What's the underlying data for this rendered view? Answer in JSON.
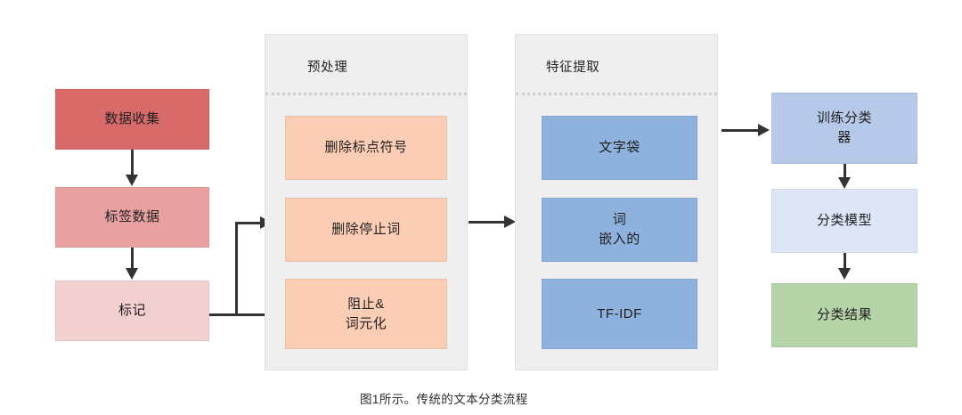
{
  "figure": {
    "caption": "图1所示。传统的文本分类流程",
    "background": "#ffffff"
  },
  "colors": {
    "data_collection": "#d96a6a",
    "labeled_data": "#e9a0a0",
    "tokenize": "#f2d0d0",
    "preprocess_step": "#fbcdb4",
    "feature_step": "#8fb1dd",
    "train_classifier": "#b6c9e8",
    "classification_model": "#dde6f6",
    "classification_result": "#b5d4a7",
    "group_panel": "#eeeeee",
    "arrow": "#333333",
    "separator": "#cfcfcf"
  },
  "pipeline": {
    "input_column": {
      "name": "input-stage",
      "steps": [
        {
          "label": "数据收集",
          "color_key": "data_collection"
        },
        {
          "label": "标签数据",
          "color_key": "labeled_data"
        },
        {
          "label": "标记",
          "color_key": "tokenize"
        }
      ]
    },
    "groups": [
      {
        "name": "preprocessing-group",
        "title": "预处理",
        "steps": [
          {
            "label": "删除标点符号"
          },
          {
            "label": "删除停止词"
          },
          {
            "label": "阻止&\n词元化"
          }
        ]
      },
      {
        "name": "feature-extraction-group",
        "title": "特征提取",
        "steps": [
          {
            "label": "文字袋"
          },
          {
            "label": "词\n嵌入的"
          },
          {
            "label": "TF-IDF"
          }
        ]
      }
    ],
    "output_column": {
      "name": "model-stage",
      "steps": [
        {
          "label": "训练分类\n器",
          "color_key": "train_classifier"
        },
        {
          "label": "分类模型",
          "color_key": "classification_model"
        },
        {
          "label": "分类结果",
          "color_key": "classification_result"
        }
      ]
    }
  },
  "connectors": [
    {
      "name": "arrow-data-collection-to-labeled-data",
      "kind": "down"
    },
    {
      "name": "arrow-labeled-data-to-tokenize",
      "kind": "down"
    },
    {
      "name": "arrow-tokenize-to-preprocessing",
      "kind": "elbow-right"
    },
    {
      "name": "arrow-preprocessing-to-feature-extraction",
      "kind": "right"
    },
    {
      "name": "arrow-feature-extraction-to-train-classifier",
      "kind": "right"
    },
    {
      "name": "arrow-train-classifier-to-model",
      "kind": "down"
    },
    {
      "name": "arrow-model-to-result",
      "kind": "down"
    }
  ]
}
